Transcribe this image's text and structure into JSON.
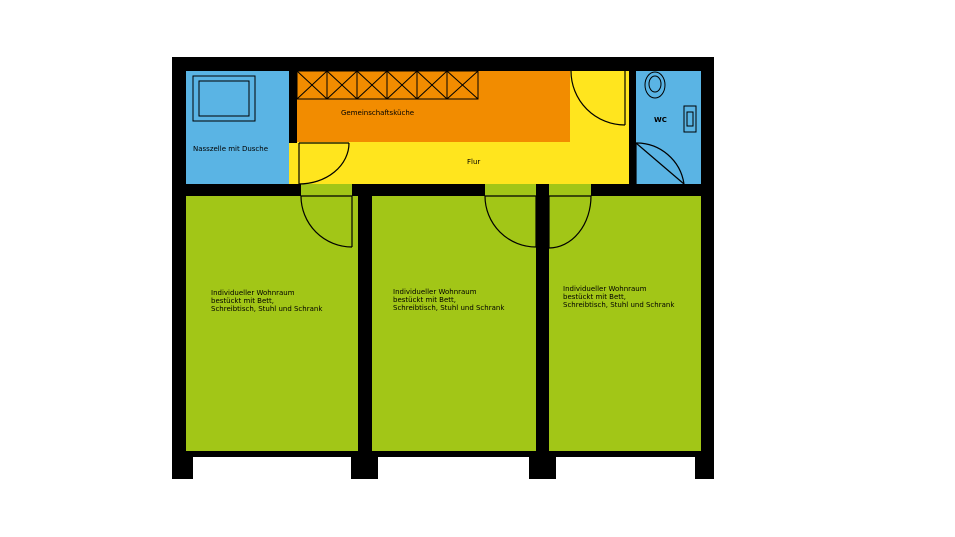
{
  "colors": {
    "wall": "#000000",
    "wet_room": "#5ab4e4",
    "kitchen": "#f28c00",
    "hallway": "#ffe51e",
    "living_room": "#a2c617",
    "window": "#ffffff"
  },
  "rooms": {
    "bathroom": {
      "label": "Nasszelle mit Dusche"
    },
    "kitchen": {
      "label": "Gemeinschaftsküche"
    },
    "wc": {
      "label": "WC"
    },
    "hallway": {
      "label": "Flur"
    },
    "living_rooms": [
      {
        "line1": "Individueller Wohnraum",
        "line2": "bestückt mit Bett,",
        "line3": "Schreibtisch, Stuhl und Schrank"
      },
      {
        "line1": "Individueller Wohnraum",
        "line2": "bestückt mit Bett,",
        "line3": "Schreibtisch, Stuhl und Schrank"
      },
      {
        "line1": "Individueller Wohnraum",
        "line2": "bestückt mit Bett,",
        "line3": "Schreibtisch, Stuhl und Schrank"
      }
    ]
  },
  "icons": {
    "shower": "shower-tray-icon",
    "toilet": "toilet-icon",
    "sink": "sink-icon",
    "kitchen_cabinets": "kitchen-cabinet-icon"
  }
}
